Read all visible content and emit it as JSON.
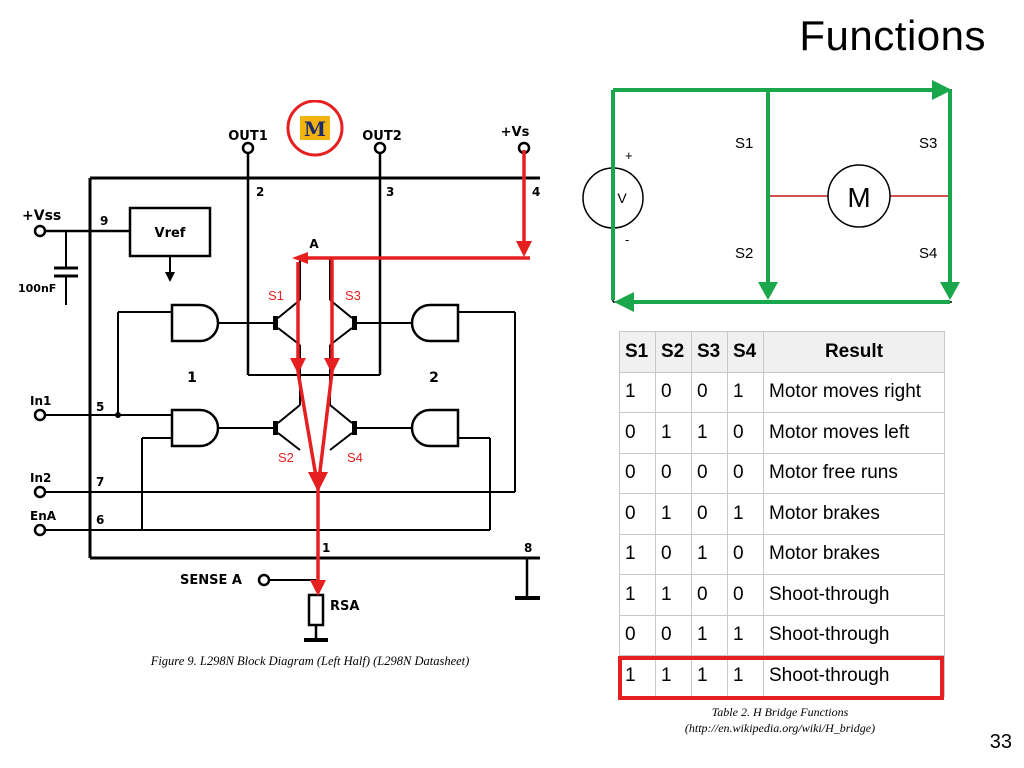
{
  "slide": {
    "title": "Functions",
    "page_number": "33"
  },
  "schematic": {
    "logo_letter": "M",
    "out1": "OUT1",
    "out2": "OUT2",
    "vs": "+Vs",
    "vss": "+Vss",
    "vref": "Vref",
    "cap": "100nF",
    "in1": "In1",
    "in2": "In2",
    "ena": "EnA",
    "sense": "SENSE A",
    "rsa": "RSA",
    "node_a": "A",
    "bridge_1": "1",
    "bridge_2": "2",
    "pins": {
      "p2": "2",
      "p3": "3",
      "p4": "4",
      "p9": "9",
      "p5": "5",
      "p7": "7",
      "p6": "6",
      "p1": "1",
      "p8": "8"
    },
    "switch_labels": {
      "s1": "S1",
      "s2": "S2",
      "s3": "S3",
      "s4": "S4"
    },
    "caption": "Figure 9. L298N Block Diagram (Left Half) (L298N Datasheet)"
  },
  "hbridge": {
    "s1": "S1",
    "s2": "S2",
    "s3": "S3",
    "s4": "S4",
    "motor": "M",
    "source": "V",
    "plus": "+",
    "minus": "-"
  },
  "truth_table": {
    "headers": [
      "S1",
      "S2",
      "S3",
      "S4",
      "Result"
    ],
    "rows": [
      [
        "1",
        "0",
        "0",
        "1",
        "Motor moves right"
      ],
      [
        "0",
        "1",
        "1",
        "0",
        "Motor moves left"
      ],
      [
        "0",
        "0",
        "0",
        "0",
        "Motor free runs"
      ],
      [
        "0",
        "1",
        "0",
        "1",
        "Motor brakes"
      ],
      [
        "1",
        "0",
        "1",
        "0",
        "Motor brakes"
      ],
      [
        "1",
        "1",
        "0",
        "0",
        "Shoot-through"
      ],
      [
        "0",
        "0",
        "1",
        "1",
        "Shoot-through"
      ],
      [
        "1",
        "1",
        "1",
        "1",
        "Shoot-through"
      ]
    ],
    "caption_line1": "Table 2. H Bridge Functions",
    "caption_line2": "(http://en.wikipedia.org/wiki/H_bridge)"
  },
  "colors": {
    "highlight_red": "#e62020",
    "path_green": "#1aa64a",
    "logo_gold": "#f2b50f"
  }
}
